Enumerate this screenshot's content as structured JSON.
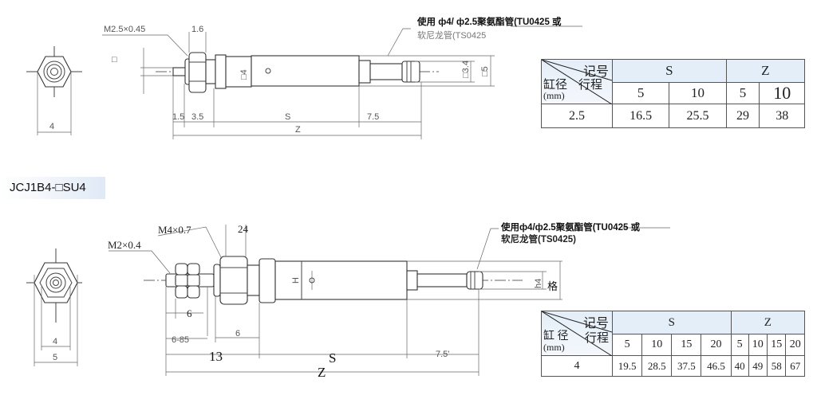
{
  "top_drawing": {
    "thread_label": "M2.5×0.45",
    "nut_width": "1.6",
    "tube_note_line1": "使用 ф4/ ф2.5聚氨酯管(TU0425 或",
    "tube_note_line2": "软尼龙管(TS0425",
    "dims": {
      "d1": "1.5",
      "d2": "3.5",
      "s": "S",
      "rear": "7.5",
      "z": "Z",
      "body_sq": "□4",
      "rear_sq1": "□3.4",
      "rear_sq2": "□5",
      "rod_sq": "□"
    },
    "end_view_width": "4"
  },
  "section_title": "JCJ1B4-□SU4",
  "bottom_drawing": {
    "rod_thread": "M2×0.4",
    "mount_thread": "M4×0.7",
    "nut_width": "24",
    "tube_note_line1": "使用ф4/ф2.5聚氨酯管(TU0425 或",
    "tube_note_line2": "软尼龙管(TS0425)",
    "dims": {
      "nut": "6",
      "thread_len": "6-85",
      "mount": "6",
      "front": "13",
      "s": "S",
      "rear": "7.5'",
      "z": "Z",
      "body_h": "H",
      "rear_h": "h4",
      "grid": "格"
    },
    "end_view_inner": "4",
    "end_view_outer": "5"
  },
  "table_top": {
    "corner": {
      "symbol": "记号",
      "stroke": "行程",
      "bore": "缸径",
      "unit": "(mm)"
    },
    "groups": [
      "S",
      "Z"
    ],
    "strokes": [
      "5",
      "10",
      "5",
      "10"
    ],
    "rows": [
      {
        "bore": "2.5",
        "values": [
          "16.5",
          "25.5",
          "29",
          "38"
        ]
      }
    ]
  },
  "table_bottom": {
    "corner": {
      "symbol": "记号",
      "stroke": "行程",
      "bore": "缸 径",
      "unit": "(mm)"
    },
    "groups": [
      "S",
      "Z"
    ],
    "strokes": [
      "5",
      "10",
      "15",
      "20",
      "5",
      "10",
      "15",
      "20"
    ],
    "rows": [
      {
        "bore": "4",
        "values": [
          "19.5",
          "28.5",
          "37.5",
          "46.5",
          "40",
          "49",
          "58",
          "67"
        ]
      }
    ]
  }
}
